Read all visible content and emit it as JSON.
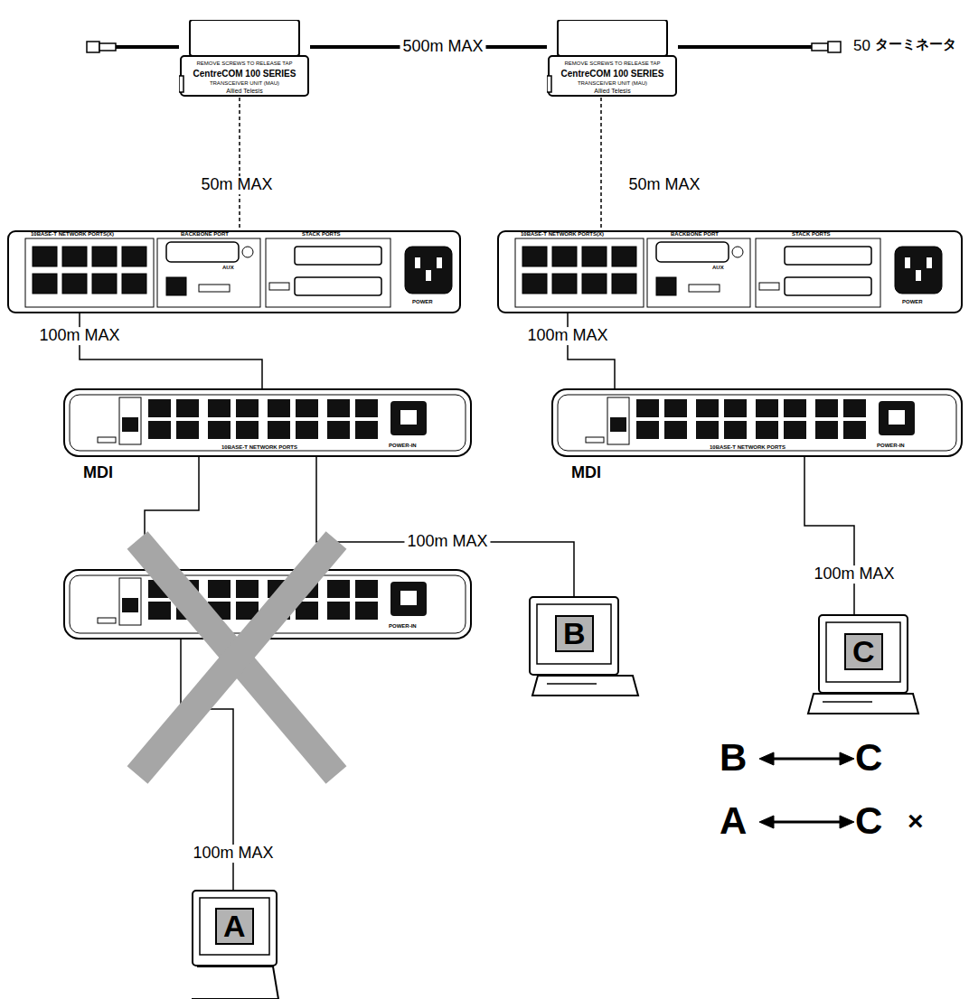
{
  "diagram": {
    "nodes": [
      {
        "text": [
          "REMOVE SCREWS TO RELEASE TAP",
          "CentreCOM 100 SERIES",
          "TRANSCEIVER UNIT (MAU)",
          "Allied Telesis"
        ]
      },
      {
        "text": [
          "REMOVE SCREWS TO RELEASE TAP",
          "CentreCOM 100 SERIES",
          "TRANSCEIVER UNIT (MAU)",
          "Allied Telesis"
        ]
      },
      {
        "text": [
          "10BASE-T NETWORK PORTS(X)",
          "BACKBONE PORT",
          "AUX",
          "STACK PORTS",
          "POWER"
        ]
      },
      {
        "text": [
          "10BASE-T NETWORK PORTS(X)",
          "BACKBONE PORT",
          "AUX",
          "STACK PORTS",
          "POWER"
        ]
      },
      {
        "text": [
          "10BASE-T NETWORK PORTS",
          "POWER-IN"
        ]
      },
      {
        "text": [
          "10BASE-T NETWORK PORTS",
          "POWER-IN"
        ]
      },
      {
        "text": [
          "POWER-IN"
        ]
      },
      {
        "text": [
          "B"
        ]
      },
      {
        "text": [
          "C"
        ]
      },
      {
        "text": [
          "A"
        ]
      }
    ],
    "edges": [
      {
        "from": 0,
        "to": 1,
        "arrow": "none",
        "label": "500m MAX"
      },
      {
        "from": 0,
        "to": 2,
        "arrow": "none",
        "label": "50m MAX"
      },
      {
        "from": 1,
        "to": 3,
        "arrow": "none",
        "label": "50m MAX"
      },
      {
        "from": 2,
        "to": 4,
        "arrow": "none",
        "label": "100m MAX"
      },
      {
        "from": 3,
        "to": 5,
        "arrow": "none",
        "label": "100m MAX"
      },
      {
        "from": 4,
        "to": 6,
        "arrow": "none"
      },
      {
        "from": 4,
        "to": 7,
        "arrow": "none",
        "label": "100m MAX"
      },
      {
        "from": 5,
        "to": 8,
        "arrow": "none",
        "label": "100m MAX"
      },
      {
        "from": 6,
        "to": 9,
        "arrow": "none",
        "label": "100m MAX"
      }
    ],
    "labels": [
      "50",
      "ターミネータ",
      "MDI",
      "MDI",
      "B",
      "C",
      "A",
      "C",
      "×"
    ]
  }
}
